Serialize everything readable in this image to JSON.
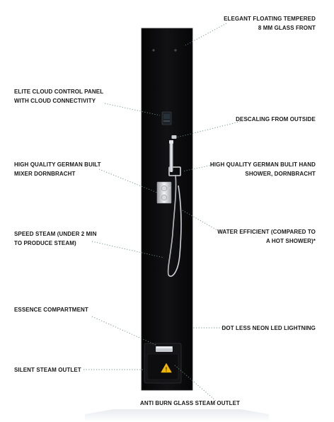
{
  "colors": {
    "panel": "#0a0a0b",
    "leader": "#6f8f86",
    "text": "#1a1a1a",
    "warning": "#f2b705"
  },
  "callouts": {
    "glass_front": {
      "line1": "ELEGANT FLOATING TEMPERED",
      "line2": "8 MM GLASS FRONT"
    },
    "control_panel": {
      "line1": "ELITE CLOUD CONTROL PANEL",
      "line2": "WITH CLOUD CONNECTIVITY"
    },
    "descaling": {
      "line1": "DESCALING FROM OUTSIDE"
    },
    "mixer": {
      "line1": "HIGH QUALITY GERMAN BUILT",
      "line2": "MIXER DORNBRACHT"
    },
    "hand_shower": {
      "line1": "HIGH QUALITY GERMAN BULIT HAND",
      "line2": "SHOWER, DORNBRACHT"
    },
    "speed_steam": {
      "line1": "SPEED STEAM (UNDER 2 MIN",
      "line2": "TO PRODUCE STEAM)"
    },
    "water_efficient": {
      "line1": "WATER EFFICIENT (COMPARED TO",
      "line2": "A HOT SHOWER)*"
    },
    "essence": {
      "line1": "ESSENCE COMPARTMENT"
    },
    "neon_led": {
      "line1": "DOT LESS NEON LED LIGHTNING"
    },
    "steam_outlet": {
      "line1": "SILENT STEAM OUTLET"
    },
    "anti_burn": {
      "line1": "ANTI BURN GLASS STEAM OUTLET"
    }
  }
}
